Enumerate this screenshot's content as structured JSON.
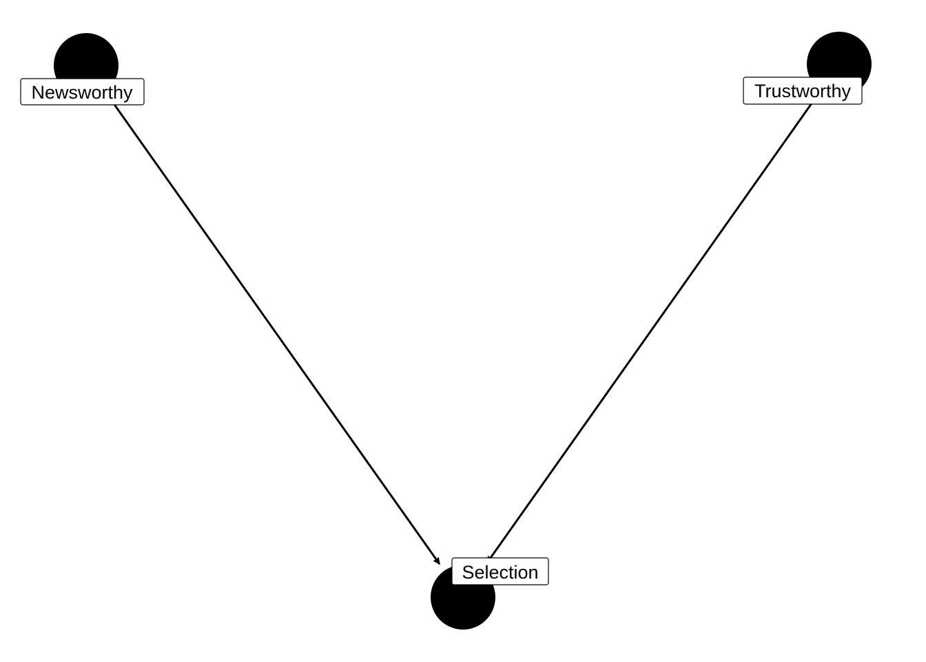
{
  "diagram": {
    "type": "directed-acyclic-graph",
    "node_color": "#000000",
    "edge_color": "#000000",
    "label_background": "#ffffff",
    "nodes": [
      {
        "id": "newsworthy",
        "label": "Newsworthy"
      },
      {
        "id": "trustworthy",
        "label": "Trustworthy"
      },
      {
        "id": "selection",
        "label": "Selection"
      }
    ],
    "edges": [
      {
        "from": "newsworthy",
        "to": "selection"
      },
      {
        "from": "trustworthy",
        "to": "selection"
      }
    ]
  }
}
